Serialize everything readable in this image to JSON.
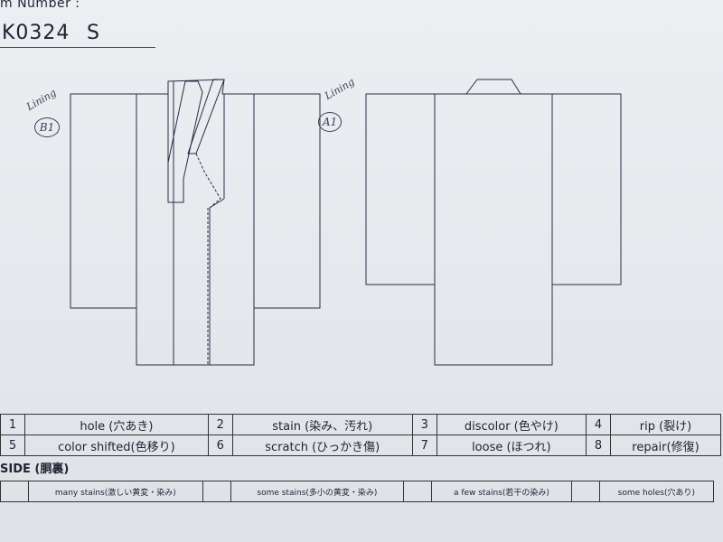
{
  "header": {
    "label": "m Number :",
    "item_code": "K0324",
    "size": "S"
  },
  "annotations": {
    "lining_left": "Lining",
    "tag_left": "B1",
    "lining_right": "Lining",
    "tag_right": "A1"
  },
  "legend": [
    {
      "num": "1",
      "text": "hole (穴あき)"
    },
    {
      "num": "2",
      "text": "stain (染み、汚れ)"
    },
    {
      "num": "3",
      "text": "discolor (色やけ)"
    },
    {
      "num": "4",
      "text": "rip (裂け)"
    },
    {
      "num": "5",
      "text": "color shifted(色移り)"
    },
    {
      "num": "6",
      "text": "scratch (ひっかき傷)"
    },
    {
      "num": "7",
      "text": "loose (ほつれ)"
    },
    {
      "num": "8",
      "text": "repair(修復)"
    }
  ],
  "inside": {
    "heading": "SIDE (胴裏)",
    "items": [
      "many stains(激しい黄変・染み)",
      "some stains(多小の黄変・染み)",
      "a few stains(若干の染み)",
      "some holes(穴あり)"
    ]
  }
}
